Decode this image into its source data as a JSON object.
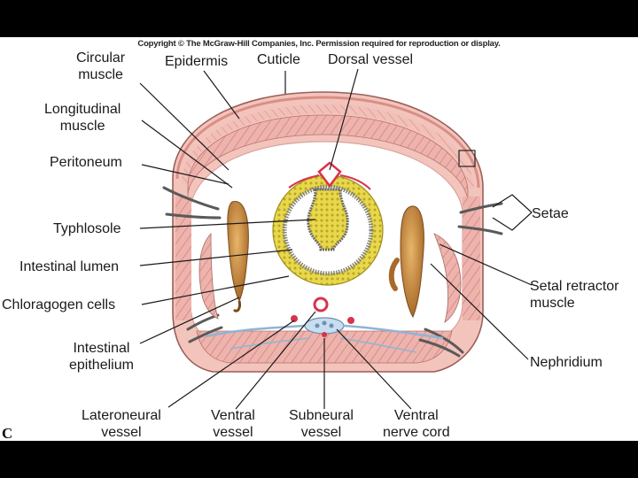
{
  "copyright": "Copyright © The McGraw-Hill Companies, Inc. Permission required for reproduction or display.",
  "panel_letter": "C",
  "labels": {
    "circular_muscle": "Circular\nmuscle",
    "epidermis": "Epidermis",
    "cuticle": "Cuticle",
    "dorsal_vessel": "Dorsal vessel",
    "longitudinal_muscle": "Longitudinal\nmuscle",
    "peritoneum": "Peritoneum",
    "setae": "Setae",
    "typhlosole": "Typhlosole",
    "intestinal_lumen": "Intestinal lumen",
    "setal_retractor_muscle": "Setal retractor\nmuscle",
    "chloragogen_cells": "Chloragogen cells",
    "intestinal_epithelium": "Intestinal\nepithelium",
    "nephridium": "Nephridium",
    "lateroneural_vessel": "Lateroneural\nvessel",
    "ventral_vessel": "Ventral\nvessel",
    "subneural_vessel": "Subneural\nvessel",
    "ventral_nerve_cord": "Ventral\nnerve cord"
  },
  "colors": {
    "tissue_pink": "#e9a7a1",
    "muscle_dark": "#c9817d",
    "chloragogen_yellow": "#e8d84a",
    "nephridium_brown": "#c98a3f",
    "vessel_red": "#d8334a",
    "nerve_blue": "#8fb4d6"
  }
}
